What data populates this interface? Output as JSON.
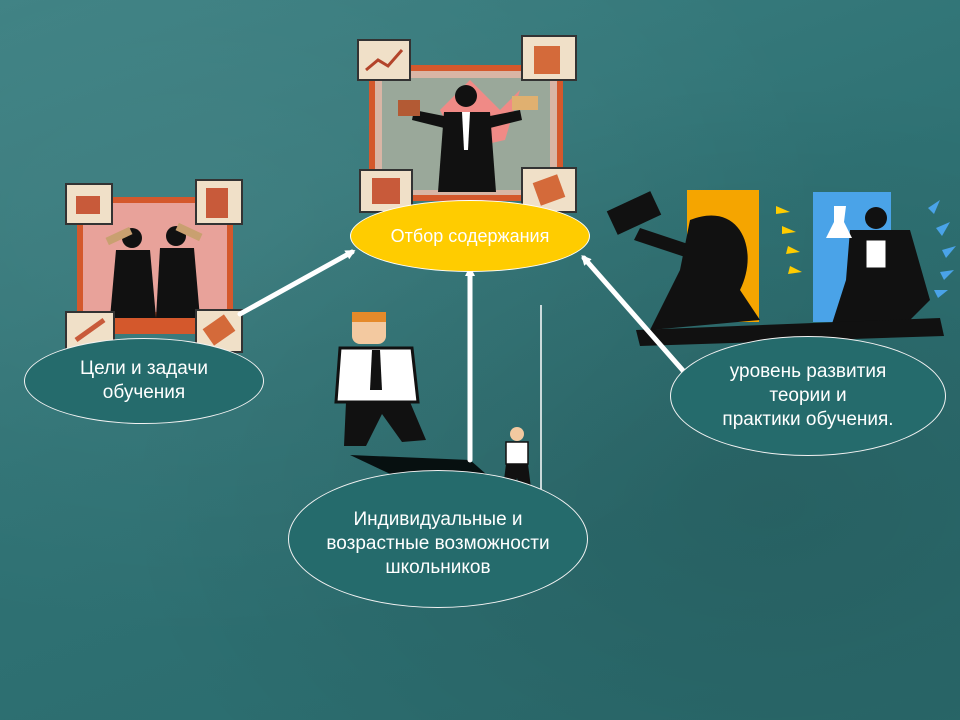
{
  "slide": {
    "center": {
      "label": "Отбор содержания"
    },
    "left": {
      "lines": [
        "Цели и задачи",
        "обучения"
      ]
    },
    "right": {
      "lines": [
        "уровень развития",
        "теории и",
        "практики обучения."
      ]
    },
    "bottom": {
      "lines": [
        "Индивидуальные и",
        "возрастные возможности",
        "школьников"
      ]
    }
  },
  "colors": {
    "oval_fill": "#256b6c",
    "center_fill": "#ffcc00",
    "arrow": "#ffffff",
    "background": "#2f7274"
  },
  "clipart": [
    "binoculars-businessmen-clipart",
    "businessman-presenting-clipart",
    "boss-and-small-employee-clipart",
    "gavel-and-scientist-clipart"
  ]
}
